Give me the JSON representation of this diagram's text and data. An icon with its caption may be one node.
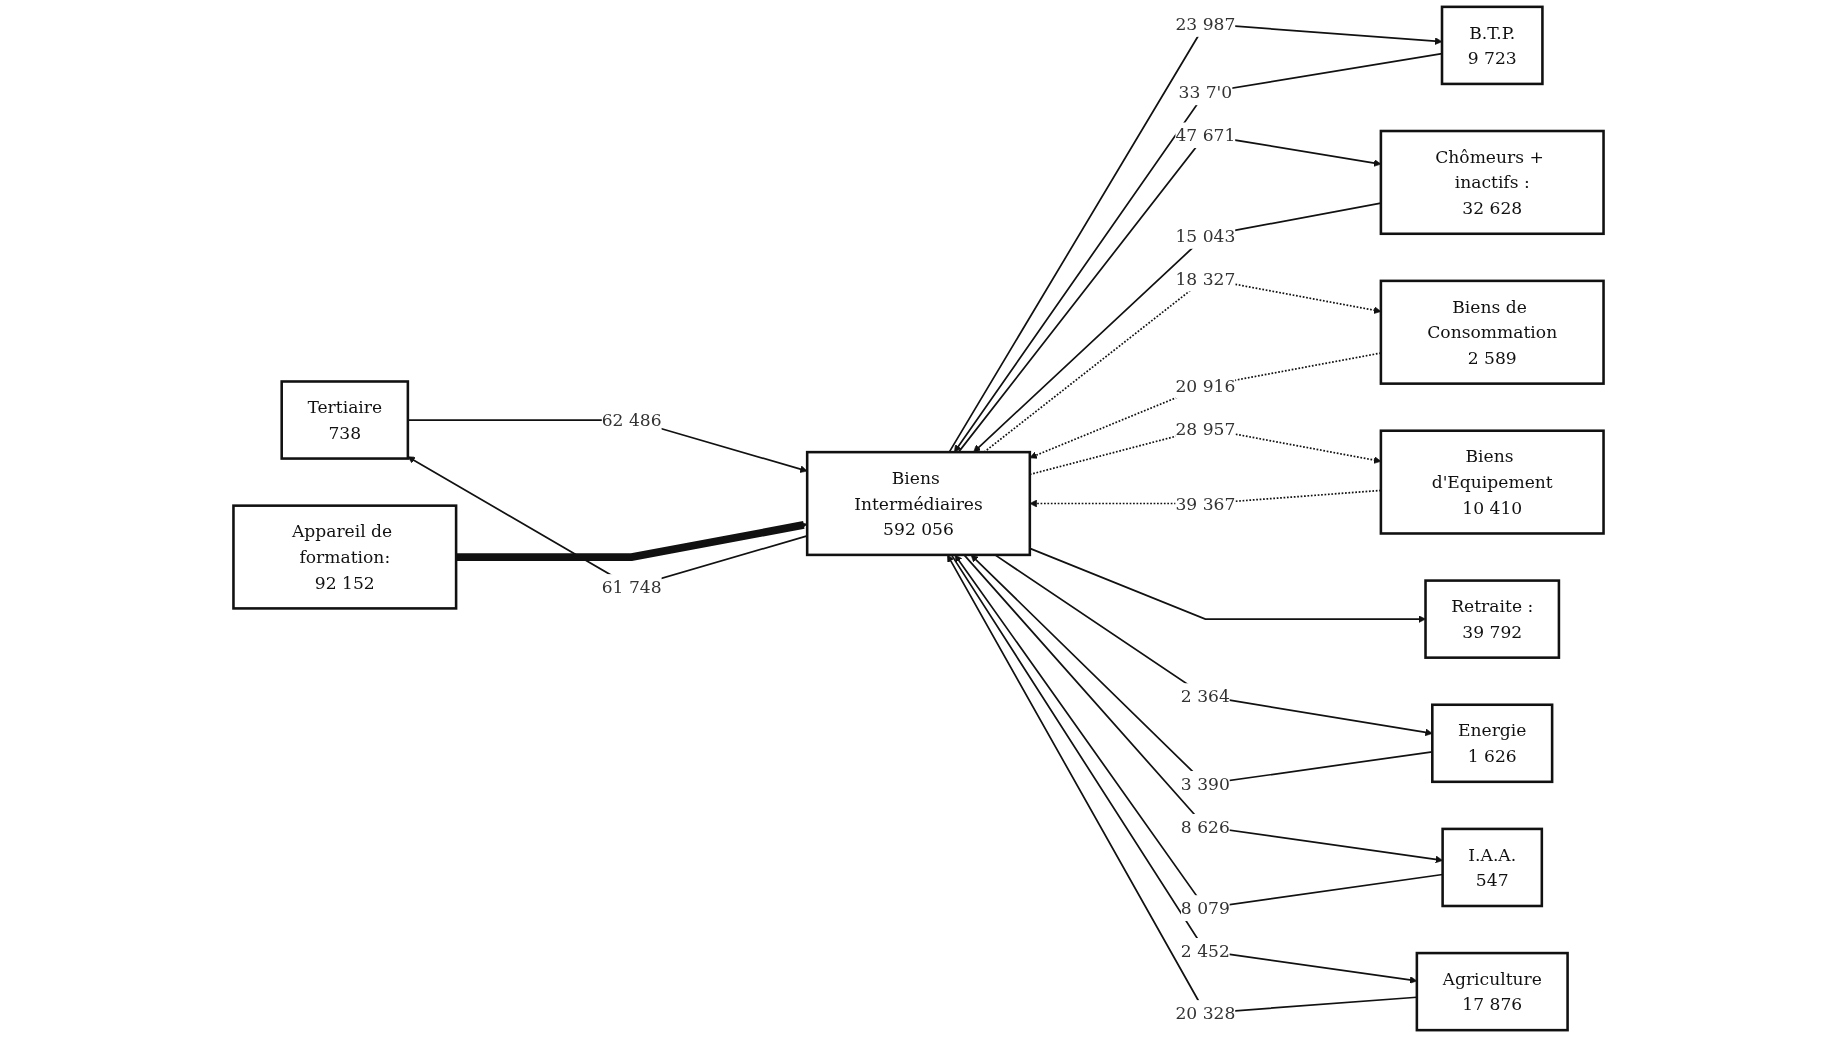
{
  "diagram": {
    "nodes": [
      {
        "text": [
          "Tertiaire",
          "738"
        ]
      },
      {
        "text": [
          "B.T.P.",
          "9 723"
        ]
      },
      {
        "text": [
          "Chômeurs + inactifs :",
          "32 628"
        ]
      },
      {
        "text": [
          "Biens de Consommation",
          "2 589"
        ]
      },
      {
        "text": [
          "Biens Intermédiaires",
          "592 056"
        ]
      },
      {
        "text": [
          "Appareil de formation:",
          "92 152"
        ]
      },
      {
        "text": [
          "Biens d'Equipement",
          "10 410"
        ]
      },
      {
        "text": [
          "Retraite :",
          "39 792"
        ]
      },
      {
        "text": [
          "Energie",
          "1 626"
        ]
      },
      {
        "text": [
          "I.A.A.",
          "547"
        ]
      },
      {
        "text": [
          "Agriculture",
          "17 876"
        ]
      }
    ],
    "edges": [
      {
        "from": 0,
        "to": 4,
        "arrow": "to",
        "label": "62 486"
      },
      {
        "from": 4,
        "to": 0,
        "arrow": "to",
        "label": "61 748"
      },
      {
        "from": 1,
        "to": 4,
        "arrow": "to",
        "label": "33 7'0"
      },
      {
        "from": 4,
        "to": 1,
        "arrow": "to",
        "label": "23 987"
      },
      {
        "from": 4,
        "to": 2,
        "arrow": "to",
        "label": "47 671"
      },
      {
        "from": 2,
        "to": 4,
        "arrow": "to",
        "label": "15 043"
      },
      {
        "from": 3,
        "to": 4,
        "arrow": "to",
        "label": "20 916",
        "style": "dashed"
      },
      {
        "from": 4,
        "to": 3,
        "arrow": "to",
        "label": "18 327",
        "style": "dashed"
      },
      {
        "from": 5,
        "to": 4,
        "arrow": "to",
        "style": "thick"
      },
      {
        "from": 6,
        "to": 4,
        "arrow": "to",
        "label": "39 367",
        "style": "dashed"
      },
      {
        "from": 4,
        "to": 6,
        "arrow": "to",
        "label": "28 957",
        "style": "dashed"
      },
      {
        "from": 4,
        "to": 7,
        "arrow": "to"
      },
      {
        "from": 8,
        "to": 4,
        "arrow": "to",
        "label": "3 390"
      },
      {
        "from": 4,
        "to": 8,
        "arrow": "to",
        "label": "2 364"
      },
      {
        "from": 9,
        "to": 4,
        "arrow": "to",
        "label": "8 079"
      },
      {
        "from": 4,
        "to": 9,
        "arrow": "to",
        "label": "8 626"
      },
      {
        "from": 10,
        "to": 4,
        "arrow": "to",
        "label": "20 328"
      },
      {
        "from": 4,
        "to": 10,
        "arrow": "to",
        "label": "2 452"
      }
    ]
  }
}
